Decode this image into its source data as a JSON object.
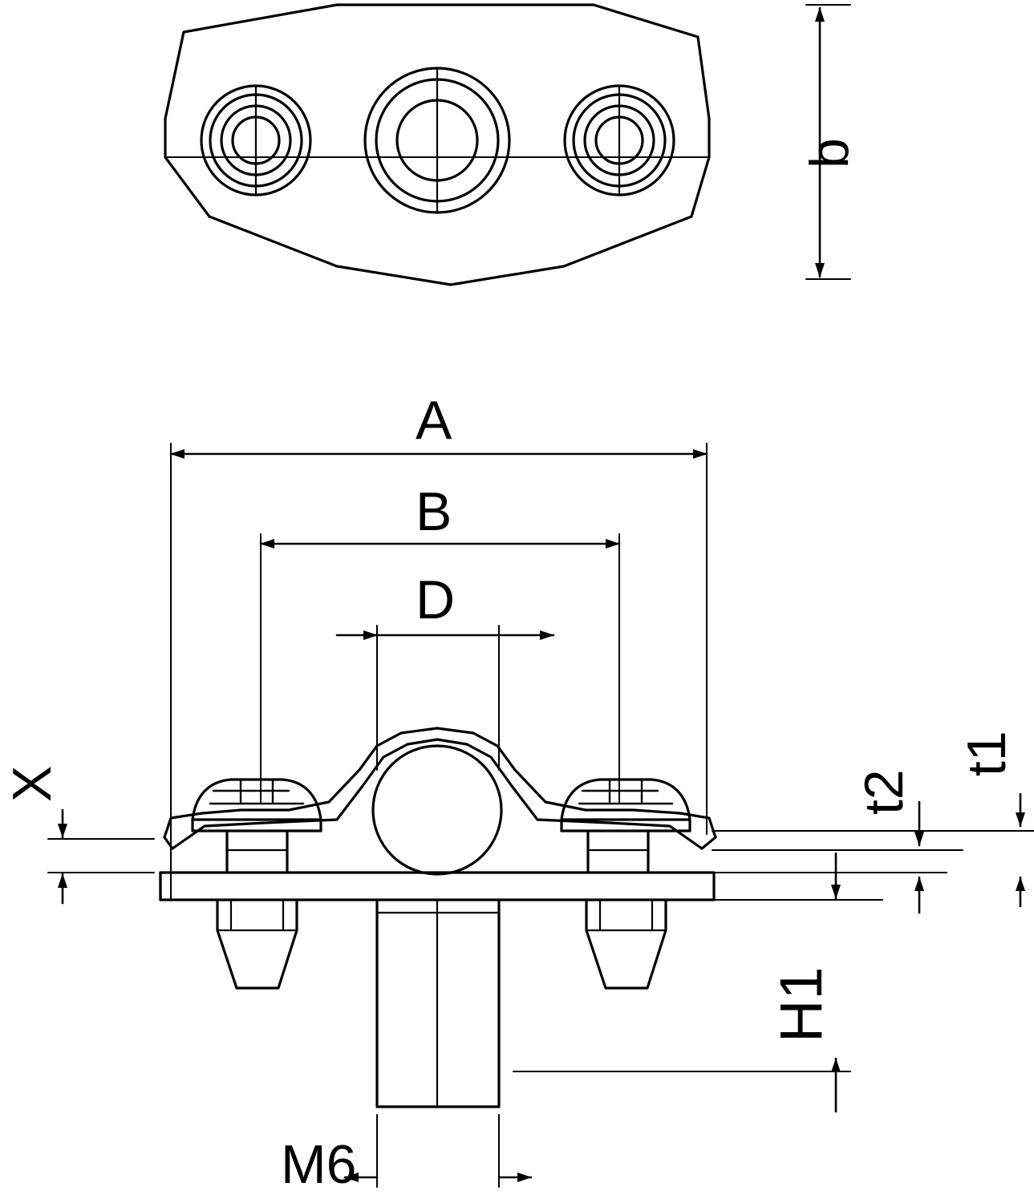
{
  "drawing": {
    "title": "Technical dimension drawing of a three-hole pipe clamp with base plate",
    "views": [
      {
        "id": "top-view",
        "name": "Top view of clamp base plate with three holes"
      },
      {
        "id": "front-view",
        "name": "Front section view of clamp with screws and bolts"
      }
    ],
    "line_color": "#000000",
    "background_color": "#ffffff",
    "dimension_labels": {
      "b": "b",
      "A": "A",
      "B": "B",
      "D": "D",
      "X": "X",
      "t1": "t1",
      "t2": "t2",
      "H1": "H1",
      "M6": "M6"
    }
  }
}
